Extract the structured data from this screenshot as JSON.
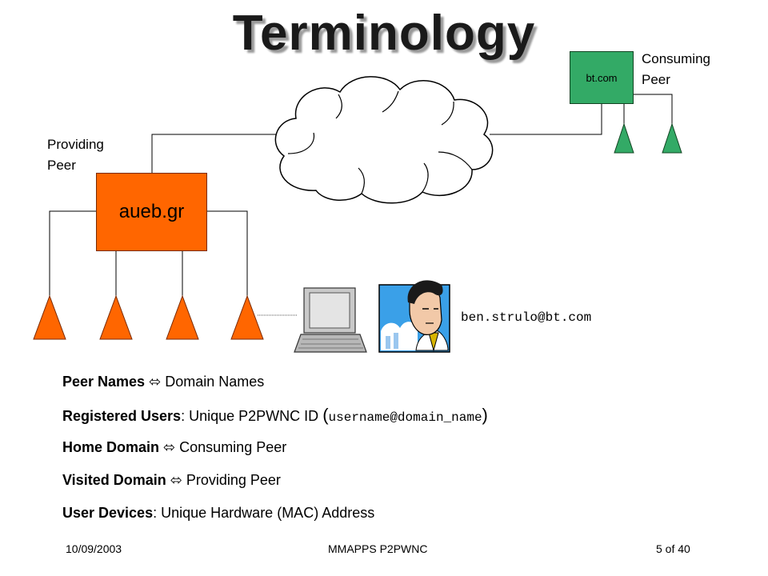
{
  "title": "Terminology",
  "labels": {
    "providing": [
      "Providing",
      "Peer"
    ],
    "consuming": [
      "Consuming",
      "Peer"
    ]
  },
  "nodes": {
    "providing_domain": "aueb.gr",
    "consuming_domain": "bt.com"
  },
  "user_email": "ben.strulo@bt.com",
  "colors": {
    "providing": "#ff6600",
    "consuming": "#33aa66"
  },
  "bullets": [
    {
      "term": "Peer Names",
      "connector": "⬄",
      "rest": "Domain Names"
    },
    {
      "term": "Registered Users",
      "sep": ":",
      "rest": "Unique P2PWNC ID",
      "open": "(",
      "code": "username@domain_name",
      "close": ")"
    },
    {
      "term": "Home Domain",
      "connector": "⬄",
      "rest": "Consuming Peer"
    },
    {
      "term": "Visited Domain",
      "connector": "⬄",
      "rest": "Providing Peer"
    },
    {
      "term": "User Devices",
      "sep": ":",
      "rest": "Unique Hardware (MAC) Address"
    }
  ],
  "footer": {
    "date": "10/09/2003",
    "project": "MMAPPS P2PWNC",
    "page": "5 of  40"
  }
}
